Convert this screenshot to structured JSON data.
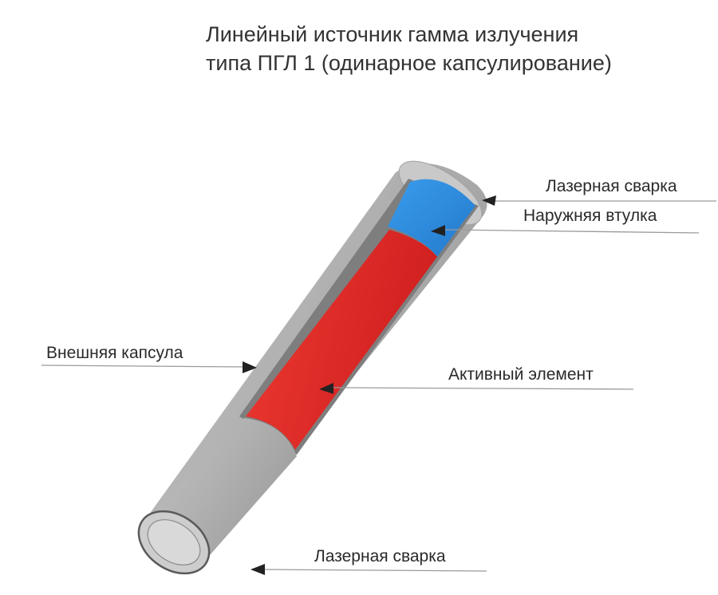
{
  "title": {
    "line1": "Линейный источник гамма излучения",
    "line2": "типа ПГЛ 1 (одинарное  капсулирование)"
  },
  "labels": {
    "laser_weld_top": "Лазерная сварка",
    "outer_sleeve": "Наружняя втулка",
    "outer_capsule": "Внешняя капсула",
    "active_element": "Активный элемент",
    "laser_weld_bottom": "Лазерная сварка"
  },
  "colors": {
    "capsule_gray": "#b0b0b0",
    "sleeve_blue": "#2f8ee0",
    "active_red": "#e22b2b"
  }
}
